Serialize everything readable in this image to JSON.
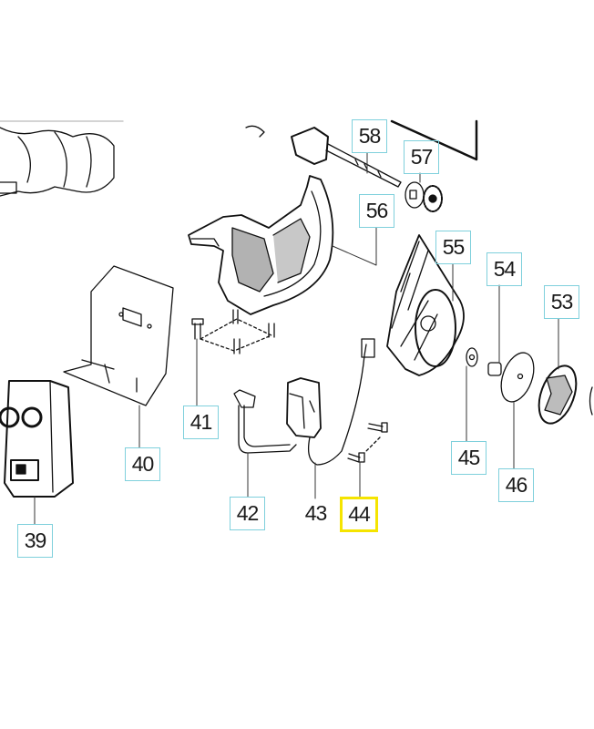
{
  "diagram": {
    "highlight_color": "#f5e400",
    "label_box_color": "#7fd0dc",
    "callouts": [
      {
        "id": "58",
        "label": "58"
      },
      {
        "id": "57",
        "label": "57"
      },
      {
        "id": "56",
        "label": "56"
      },
      {
        "id": "55",
        "label": "55"
      },
      {
        "id": "54",
        "label": "54"
      },
      {
        "id": "53",
        "label": "53"
      },
      {
        "id": "41",
        "label": "41"
      },
      {
        "id": "40",
        "label": "40"
      },
      {
        "id": "39",
        "label": "39"
      },
      {
        "id": "42",
        "label": "42"
      },
      {
        "id": "43",
        "label": "43"
      },
      {
        "id": "44",
        "label": "44",
        "highlighted": true
      },
      {
        "id": "45",
        "label": "45"
      },
      {
        "id": "46",
        "label": "46"
      }
    ]
  }
}
